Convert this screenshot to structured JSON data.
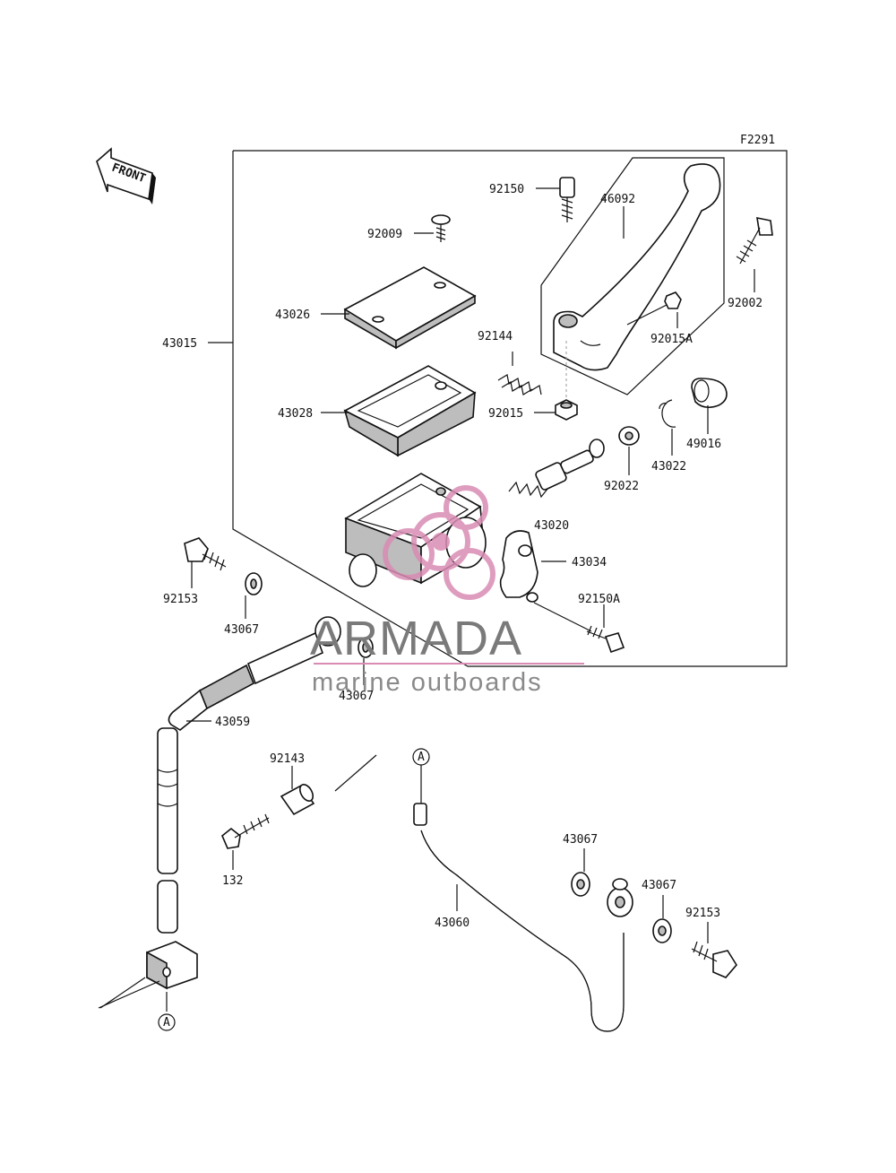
{
  "figure_code": "F2291",
  "front_label": "FRONT",
  "ref_mark": "A",
  "parts": {
    "p92150": "92150",
    "p46092": "46092",
    "p92009": "92009",
    "p92002": "92002",
    "p43026": "43026",
    "p43015": "43015",
    "p92144": "92144",
    "p92015A": "92015A",
    "p92015": "92015",
    "p43028": "43028",
    "p49016": "49016",
    "p43022": "43022",
    "p92022": "92022",
    "p43020": "43020",
    "p43034": "43034",
    "p92150A": "92150A",
    "p92153_top": "92153",
    "p43067_a": "43067",
    "p43067_b": "43067",
    "p43059": "43059",
    "p92143": "92143",
    "p132": "132",
    "p43060": "43060",
    "p43067_c": "43067",
    "p43067_d": "43067",
    "p92153_bottom": "92153"
  },
  "watermark": {
    "brand": "ARMADA",
    "tagline": "marine outboards",
    "logo_color": "#d98cb3"
  }
}
